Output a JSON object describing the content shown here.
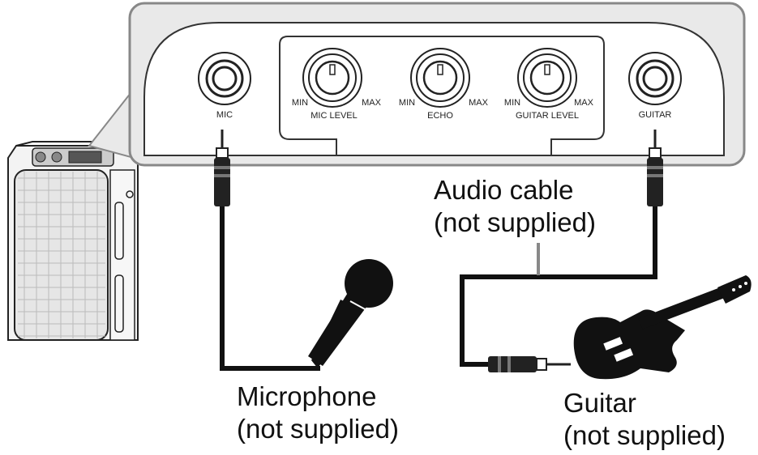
{
  "panel": {
    "mic_jack_label": "MIC",
    "guitar_jack_label": "GUITAR",
    "knobs": [
      {
        "name": "MIC LEVEL",
        "min": "MIN",
        "max": "MAX"
      },
      {
        "name": "ECHO",
        "min": "MIN",
        "max": "MAX"
      },
      {
        "name": "GUITAR LEVEL",
        "min": "MIN",
        "max": "MAX"
      }
    ]
  },
  "callouts": {
    "audio_cable": {
      "line1": "Audio cable",
      "line2": "(not supplied)"
    },
    "microphone": {
      "line1": "Microphone",
      "line2": "(not supplied)"
    },
    "guitar": {
      "line1": "Guitar",
      "line2": "(not supplied)"
    }
  }
}
